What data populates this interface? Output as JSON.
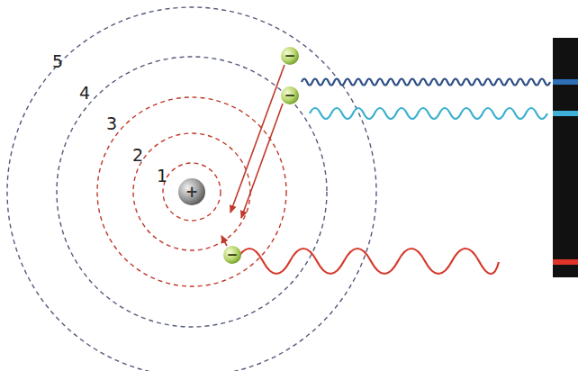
{
  "diagram": {
    "labels": [
      "5",
      "4",
      "3",
      "2",
      "1",
      "+",
      "−",
      "−",
      "−"
    ]
  }
}
